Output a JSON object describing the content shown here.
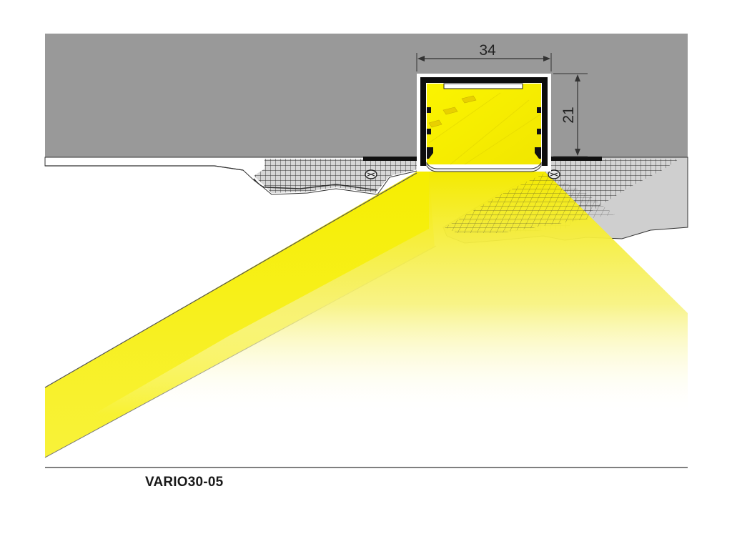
{
  "dimensions": {
    "width_label": "34",
    "height_label": "21"
  },
  "caption": {
    "model": "VARIO30-05"
  },
  "colors": {
    "ceiling": "#999999",
    "light": "#f8f200",
    "profile": "#0d0d0d",
    "plaster_mesh": "#cfcfcf"
  }
}
